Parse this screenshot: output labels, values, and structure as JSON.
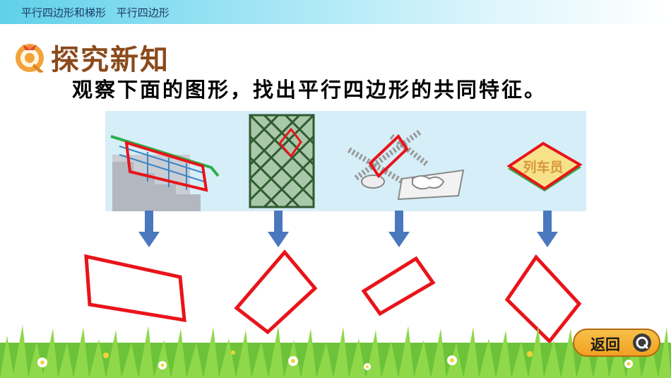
{
  "header": {
    "breadcrumb_1": "平行四边形和梯形",
    "breadcrumb_2": "平行四边形"
  },
  "section": {
    "title": "探究新知",
    "logo_letter": "Q"
  },
  "instruction": "观察下面的图形，找出平行四边形的共同特征。",
  "photos": {
    "items": [
      "railing",
      "lattice-fence",
      "folding-scale",
      "train-sign"
    ],
    "sign_text": "列车员"
  },
  "colors": {
    "outline": "#e8141a",
    "arrow": "#4a78be",
    "title": "#8a4a1b",
    "button": "#f0a020"
  },
  "back_button": {
    "label": "返回"
  }
}
